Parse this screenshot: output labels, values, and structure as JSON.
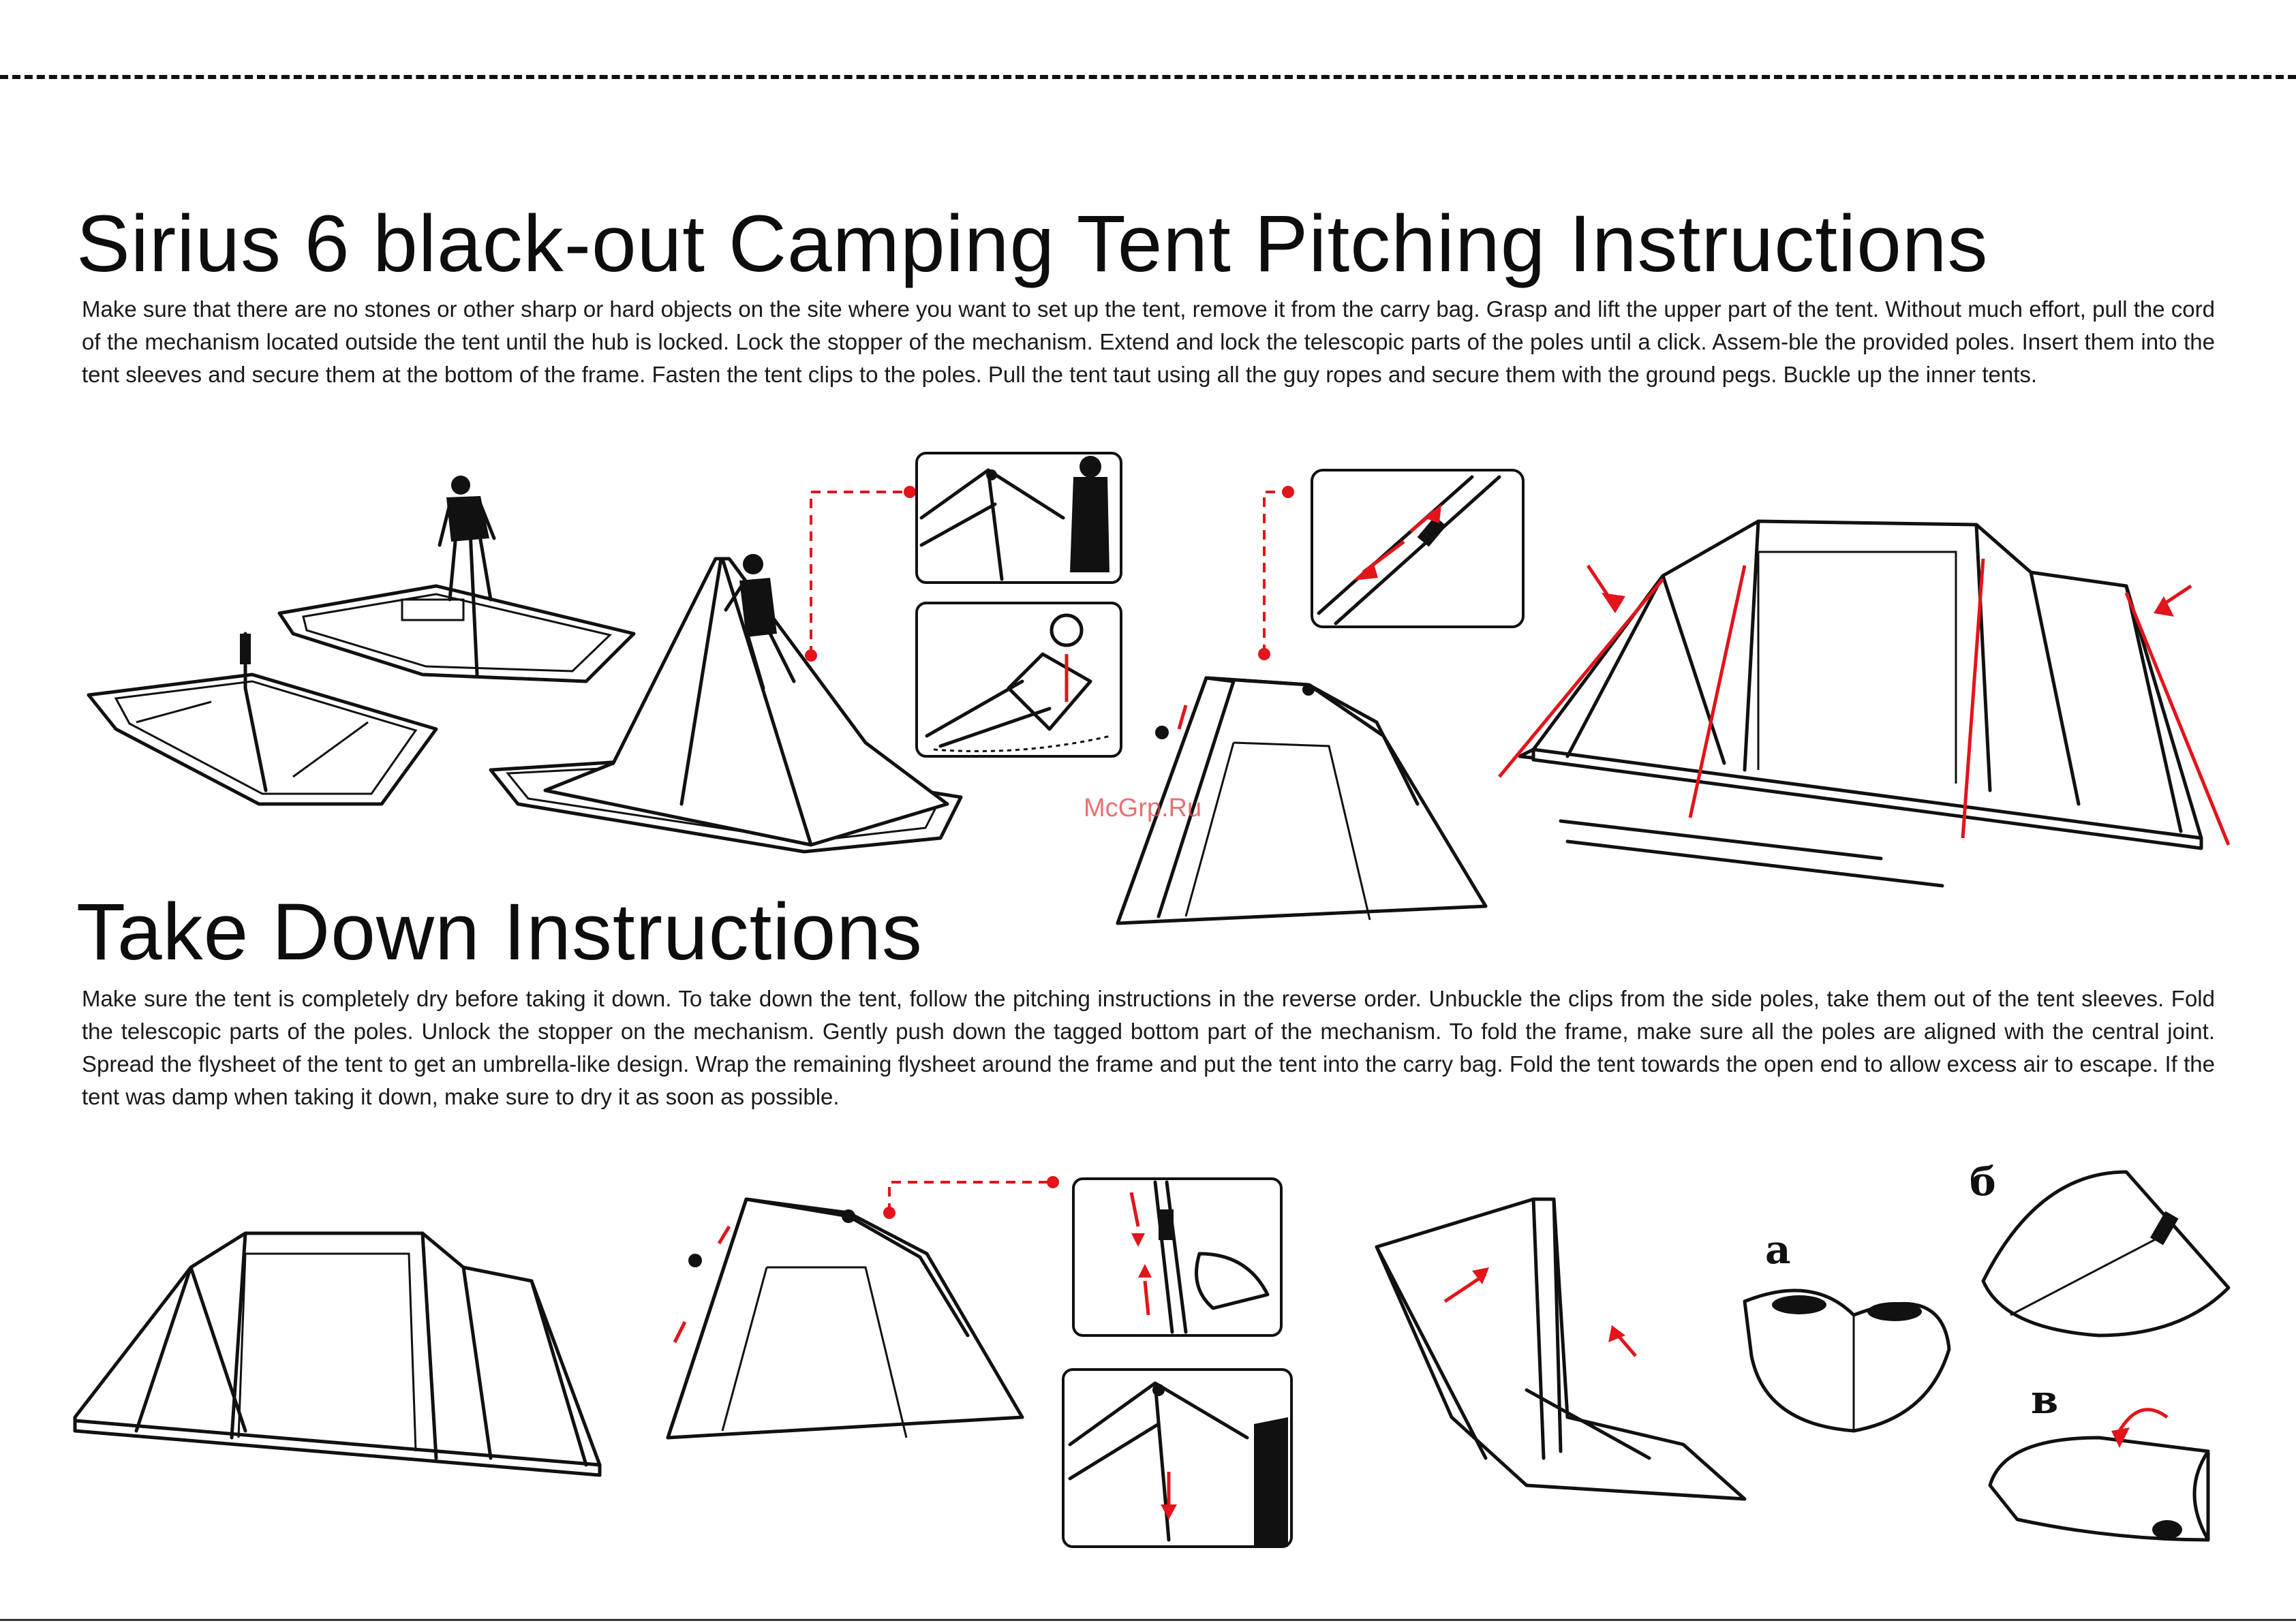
{
  "pitching": {
    "title": "Sirius 6 black-out Camping Tent Pitching Instructions",
    "text": "Make sure that there are no stones or other sharp or hard objects on the site where you want to set up the tent, remove it from the carry bag. Grasp and lift the upper part of the tent. Without much effort, pull the cord of the mechanism located outside the tent until the hub is locked. Lock the stopper of the mechanism. Extend and lock the telescopic parts of the poles until a click. Assem-ble the provided poles. Insert them into the tent sleeves and secure them at the bottom of the frame. Fasten the tent clips to the poles. Pull the tent taut using all the guy ropes and secure them with the ground pegs. Buckle up the inner tents."
  },
  "takedown": {
    "title": "Take Down Instructions",
    "text": "Make sure the tent is completely dry before taking it down. To take down the tent, follow the pitching instructions in the reverse order. Unbuckle the clips from the side poles, take them out of the tent sleeves. Fold the telescopic parts of the poles. Unlock the stopper on the mechanism. Gently push down the tagged bottom part of the mechanism. To fold the frame, make sure all the poles are aligned with the central joint. Spread the flysheet of the tent to get an umbrella-like design. Wrap the remaining flysheet around the frame and put the tent into the carry bag. Fold the tent towards the open end to allow excess air to escape. If the tent was damp when taking it down, make sure to dry it as soon as possible."
  },
  "watermark": "McGrp.Ru",
  "fold_steps": {
    "a": "а",
    "b": "б",
    "v": "в"
  },
  "colors": {
    "accent": "#e3141b",
    "ink": "#111111"
  }
}
